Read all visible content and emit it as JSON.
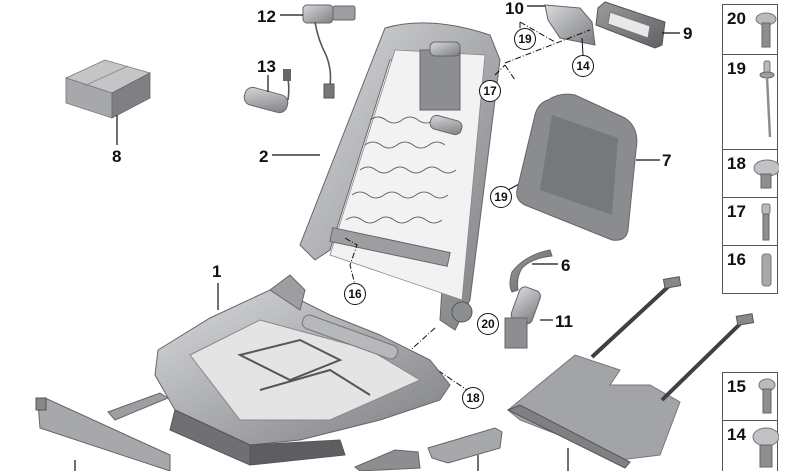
{
  "diagram": {
    "type": "exploded-parts-view",
    "subject": "seat frame assembly",
    "colors": {
      "background": "#ffffff",
      "part_light": "#c8c9cc",
      "part_mid": "#9c9ea2",
      "part_dark": "#6a6c70",
      "line": "#111111",
      "panel_border": "#555555"
    },
    "callouts": [
      {
        "id": "1",
        "label": "1",
        "style": "plain"
      },
      {
        "id": "2",
        "label": "2",
        "style": "plain"
      },
      {
        "id": "6",
        "label": "6",
        "style": "plain"
      },
      {
        "id": "7",
        "label": "7",
        "style": "plain"
      },
      {
        "id": "8",
        "label": "8",
        "style": "plain"
      },
      {
        "id": "9",
        "label": "9",
        "style": "plain"
      },
      {
        "id": "10",
        "label": "10",
        "style": "plain"
      },
      {
        "id": "11",
        "label": "11",
        "style": "plain"
      },
      {
        "id": "12",
        "label": "12",
        "style": "plain"
      },
      {
        "id": "13",
        "label": "13",
        "style": "plain"
      }
    ],
    "circled_callouts": [
      {
        "label": "19",
        "near": "part-10"
      },
      {
        "label": "14",
        "near": "part-10"
      },
      {
        "label": "17",
        "near": "backrest-frame-top"
      },
      {
        "label": "19",
        "near": "part-7"
      },
      {
        "label": "16",
        "near": "backrest-frame-bottom"
      },
      {
        "label": "20",
        "near": "part-11"
      },
      {
        "label": "18",
        "near": "seat-frame"
      }
    ],
    "fastener_panel_top": [
      {
        "number": "20",
        "part": "pan-head-screw"
      },
      {
        "number": "19",
        "part": "blind-rivet"
      },
      {
        "number": "18",
        "part": "torx-screw-large-head"
      },
      {
        "number": "17",
        "part": "socket-cap-screw"
      },
      {
        "number": "16",
        "part": "threaded-sleeve"
      }
    ],
    "fastener_panel_bottom": [
      {
        "number": "15",
        "part": "torx-screw"
      },
      {
        "number": "14",
        "part": "torx-screw-wide-head"
      }
    ]
  }
}
